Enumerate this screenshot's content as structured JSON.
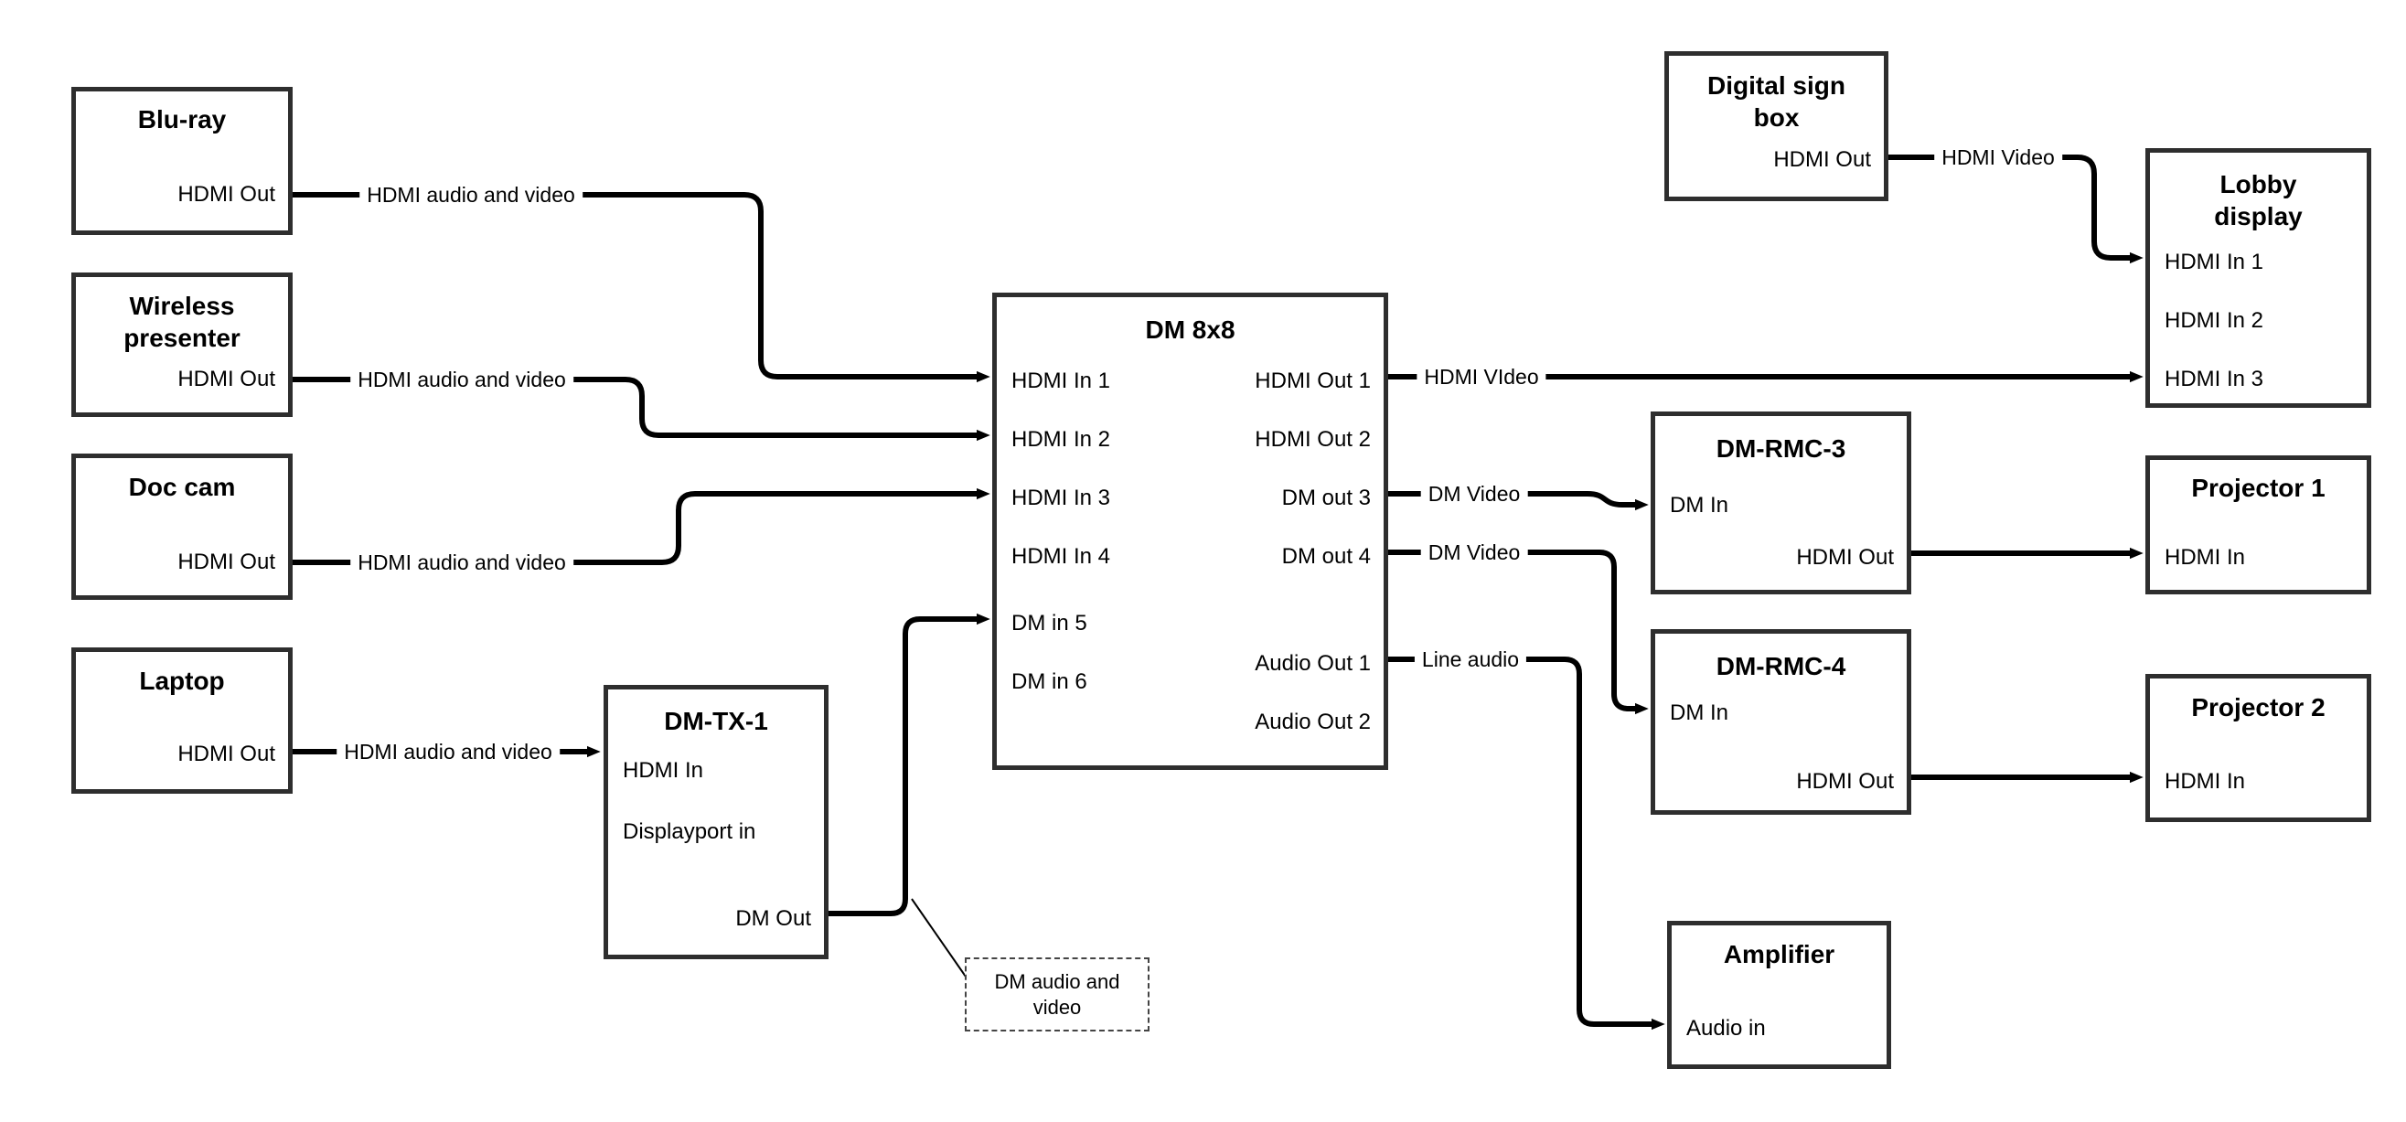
{
  "diagram": {
    "nodes": {
      "bluray": {
        "title": "Blu-ray",
        "ports": {
          "hdmi_out": "HDMI Out"
        }
      },
      "wireless_presenter": {
        "title_line1": "Wireless",
        "title_line2": "presenter",
        "ports": {
          "hdmi_out": "HDMI Out"
        }
      },
      "doc_cam": {
        "title": "Doc cam",
        "ports": {
          "hdmi_out": "HDMI Out"
        }
      },
      "laptop": {
        "title": "Laptop",
        "ports": {
          "hdmi_out": "HDMI Out"
        }
      },
      "dm_tx_1": {
        "title": "DM-TX-1",
        "ports": {
          "hdmi_in": "HDMI In",
          "displayport_in": "Displayport in",
          "dm_out": "DM Out"
        }
      },
      "dm_8x8": {
        "title": "DM 8x8",
        "inputs": [
          "HDMI In 1",
          "HDMI In 2",
          "HDMI In 3",
          "HDMI In 4",
          "DM in 5",
          "DM in 6"
        ],
        "outputs": [
          "HDMI Out 1",
          "HDMI Out 2",
          "DM out 3",
          "DM out 4",
          "Audio Out 1",
          "Audio Out 2"
        ]
      },
      "digital_sign_box": {
        "title_line1": "Digital sign",
        "title_line2": "box",
        "ports": {
          "hdmi_out": "HDMI Out"
        }
      },
      "lobby_display": {
        "title_line1": "Lobby",
        "title_line2": "display",
        "ports": {
          "hdmi_in_1": "HDMI In 1",
          "hdmi_in_2": "HDMI In 2",
          "hdmi_in_3": "HDMI In 3"
        }
      },
      "dm_rmc_3": {
        "title": "DM-RMC-3",
        "ports": {
          "dm_in": "DM In",
          "hdmi_out": "HDMI Out"
        }
      },
      "projector_1": {
        "title": "Projector 1",
        "ports": {
          "hdmi_in": "HDMI In"
        }
      },
      "dm_rmc_4": {
        "title": "DM-RMC-4",
        "ports": {
          "dm_in": "DM In",
          "hdmi_out": "HDMI Out"
        }
      },
      "projector_2": {
        "title": "Projector 2",
        "ports": {
          "hdmi_in": "HDMI In"
        }
      },
      "amplifier": {
        "title": "Amplifier",
        "ports": {
          "audio_in": "Audio in"
        }
      }
    },
    "connection_labels": {
      "hdmi_audio_video": "HDMI audio and video",
      "hdmi_video_typo": "HDMI VIdeo",
      "dm_video": "DM Video",
      "line_audio": "Line audio",
      "hdmi_video": "HDMI Video"
    },
    "note": {
      "line1": "DM audio and",
      "line2": "video"
    },
    "colors": {
      "background": "#ffffff",
      "line": "#000000",
      "border": "#2e2e2e",
      "text": "#000000"
    }
  }
}
